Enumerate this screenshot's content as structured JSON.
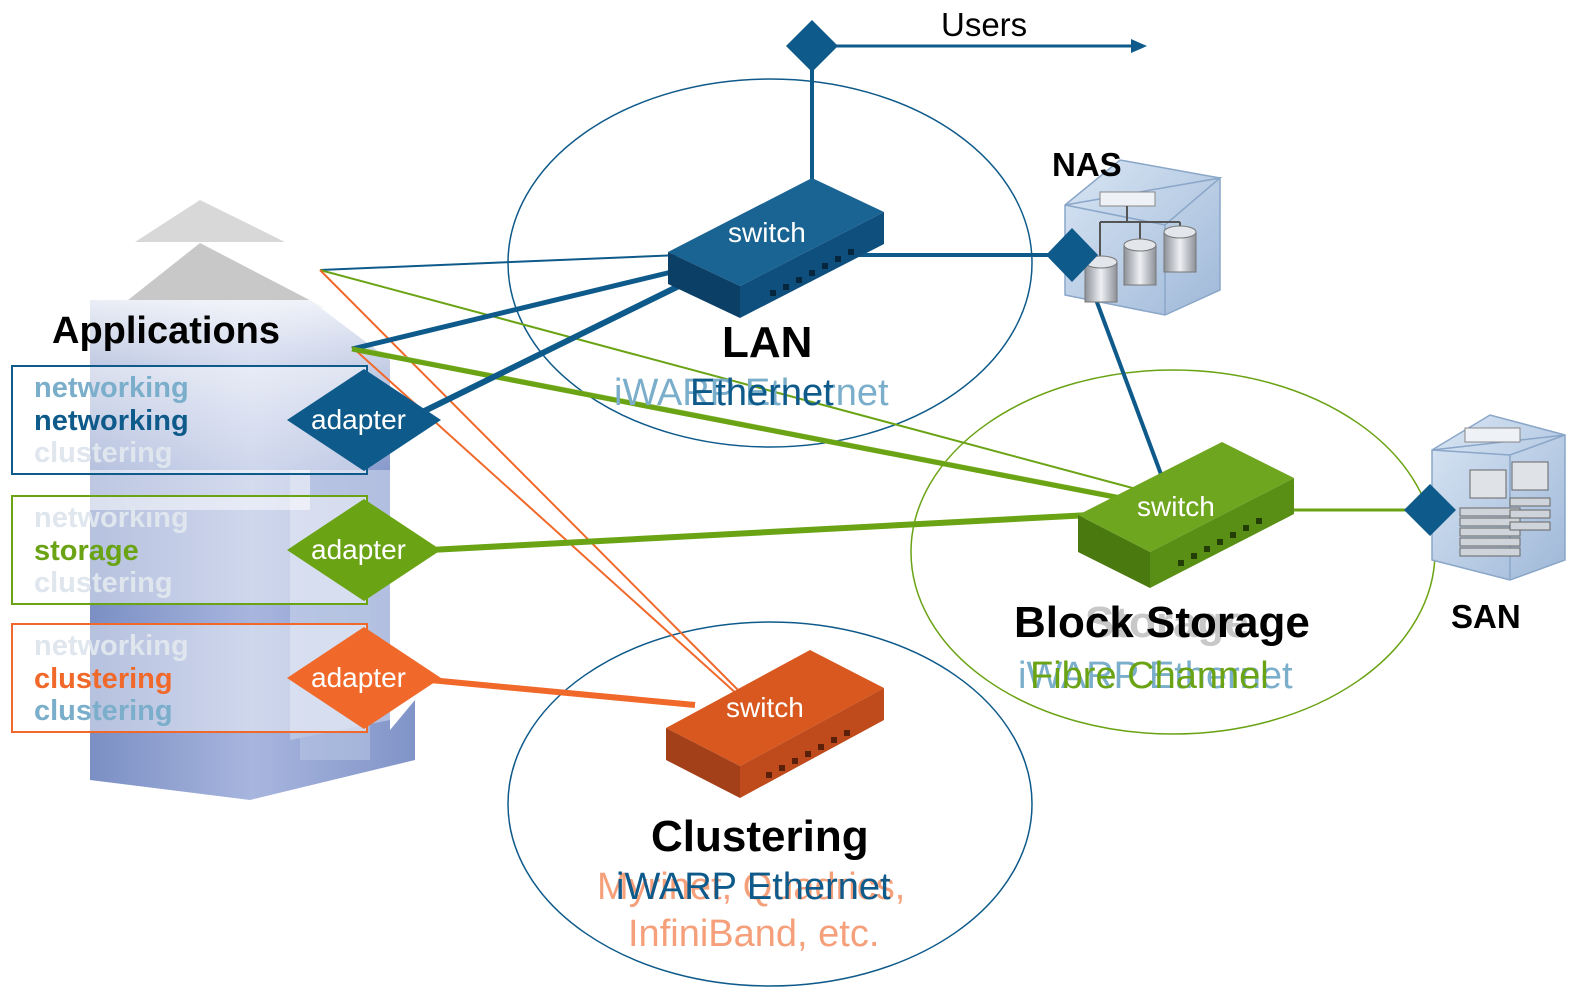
{
  "users_label": "Users",
  "nas_label": "NAS",
  "san_label": "SAN",
  "applications_label": "Applications",
  "switch_label": "switch",
  "adapter_label": "adapter",
  "networks": {
    "lan": {
      "title": "LAN",
      "ghost": "iWARP Ethernet",
      "subtitle": "Ethernet"
    },
    "storage": {
      "title": "Block Storage",
      "ghost_title": "Storage",
      "ghost": "iWARP Ethernet",
      "subtitle": "Fibre Channel"
    },
    "clustering": {
      "title": "Clustering",
      "ghost_line1": "Myrinet, Quadrics,",
      "ghost_line2": "InfiniBand, etc.",
      "subtitle": "iWARP Ethernet"
    }
  },
  "stack_rows": [
    {
      "ghost_top": "networking",
      "main": "networking",
      "ghost_bottom": "clustering"
    },
    {
      "ghost_top": "networking",
      "main": "storage",
      "ghost_bottom": "clustering"
    },
    {
      "ghost_top": "networking",
      "main": "clustering",
      "ghost_bottom": "clustering"
    }
  ],
  "colors": {
    "lan": "#0e5a8a",
    "storage": "#6aa314",
    "clustering": "#f0692a",
    "ghost_blue": "#7aaecb",
    "ghost_orange": "#f5a07a",
    "ghost_green": "#a8cc6e",
    "device": "#b9cfe6"
  }
}
